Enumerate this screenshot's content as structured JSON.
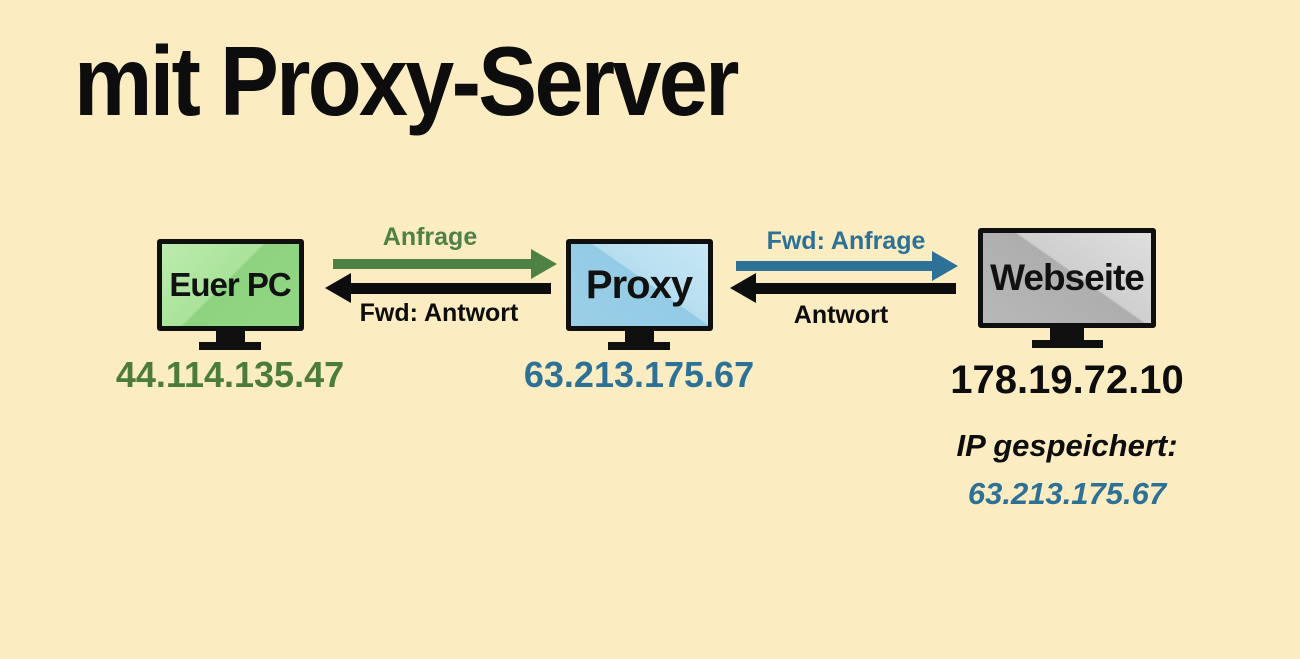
{
  "title": "mit Proxy-Server",
  "nodes": [
    {
      "id": "euer-pc",
      "label": "Euer PC",
      "ip": "44.114.135.47",
      "screen_color": "#a9e39a"
    },
    {
      "id": "proxy",
      "label": "Proxy",
      "ip": "63.213.175.67",
      "screen_color": "#a8d8ee"
    },
    {
      "id": "webseite",
      "label": "Webseite",
      "ip": "178.19.72.10",
      "screen_color": "#c8c8c8"
    }
  ],
  "flows": [
    {
      "label": "Anfrage",
      "from": "euer-pc",
      "to": "proxy",
      "direction": "right",
      "color": "#4e8144"
    },
    {
      "label": "Fwd: Antwort",
      "from": "proxy",
      "to": "euer-pc",
      "direction": "left",
      "color": "#0d0d0d"
    },
    {
      "label": "Fwd: Anfrage",
      "from": "proxy",
      "to": "webseite",
      "direction": "right",
      "color": "#2d7196"
    },
    {
      "label": "Antwort",
      "from": "webseite",
      "to": "proxy",
      "direction": "left",
      "color": "#0d0d0d"
    }
  ],
  "note": {
    "label": "IP gespeichert:",
    "value": "63.213.175.67"
  },
  "colors": {
    "background": "#fcecc2",
    "green_text": "#4b7c3e",
    "blue_text": "#2d7196",
    "black_text": "#0d0d0d"
  }
}
